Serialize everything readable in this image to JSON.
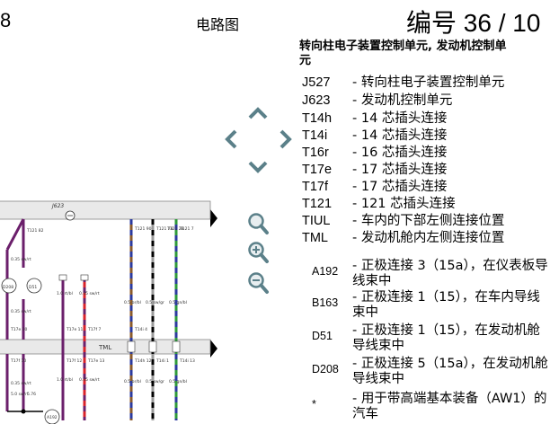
{
  "header": {
    "page_num_left": "8",
    "doc_label": "电路图",
    "page_number": "编号 36 / 10"
  },
  "module_title": {
    "line1": "转向柱电子装置控制单元, 发动机控制单",
    "line2": "元"
  },
  "legend": [
    {
      "code": "J527",
      "desc": "- 转向柱电子装置控制单元"
    },
    {
      "code": "J623",
      "desc": "- 发动机控制单元"
    },
    {
      "code": "T14h",
      "desc": "- 14 芯插头连接"
    },
    {
      "code": "T14i",
      "desc": "- 14 芯插头连接"
    },
    {
      "code": "T16r",
      "desc": "- 16 芯插头连接"
    },
    {
      "code": "T17e",
      "desc": "- 17 芯插头连接"
    },
    {
      "code": "T17f",
      "desc": "- 17 芯插头连接"
    },
    {
      "code": "T121",
      "desc": "- 121 芯插头连接"
    },
    {
      "code": "TIUL",
      "desc": "- 车内的下部左侧连接位置"
    },
    {
      "code": "TML",
      "desc": "- 发动机舱内左侧连接位置"
    },
    {
      "code": "A192",
      "desc": "- 正极连接 3（15a），在仪表板导线束中"
    },
    {
      "code": "B163",
      "desc": "- 正极连接 1（15），在车内导线束中"
    },
    {
      "code": "D51",
      "desc": "- 正极连接 1（15），在发动机舱导线束中"
    },
    {
      "code": "D208",
      "desc": "- 正极连接 5（15a），在发动机舱导线束中"
    },
    {
      "code": "*",
      "desc": "- 用于带高端基本装备（AW1）的汽车"
    }
  ],
  "diagram": {
    "module_label": "J623",
    "connector_label": "TML",
    "top_pins": [
      "T121\n90",
      "T121\n78",
      "T121\n28",
      "T121\n7"
    ],
    "left_pins": [
      "T121\n82"
    ],
    "left_labels": [
      "0.35\nsw/rt",
      "D208",
      "D51",
      "0.35\nsw/rt",
      "T17e\n10",
      "T17f\n10",
      "0.35\nsw/rt",
      "A192"
    ],
    "mid_labels": [
      "1.0\nrt/bl",
      "0.35\nsw/rt",
      "T17e\n11",
      "T17f\n7",
      "T17f\n12",
      "T17e\n13",
      "1.0\nrt/bl",
      "0.35\nsw/rt"
    ],
    "right_labels": [
      "0.5\nbr/bl",
      "0.5\nsw/gr",
      "0.5\ngn/bl",
      "T14i\n4",
      "T14h\n12",
      "T14i\n1",
      "T14i\n13",
      "0.5\nbr/bl",
      "0.5\nsw/gr",
      "0.5\ngn/bl"
    ],
    "bottom_labels": [
      "5.0\nsw/rt",
      "5.76"
    ]
  }
}
